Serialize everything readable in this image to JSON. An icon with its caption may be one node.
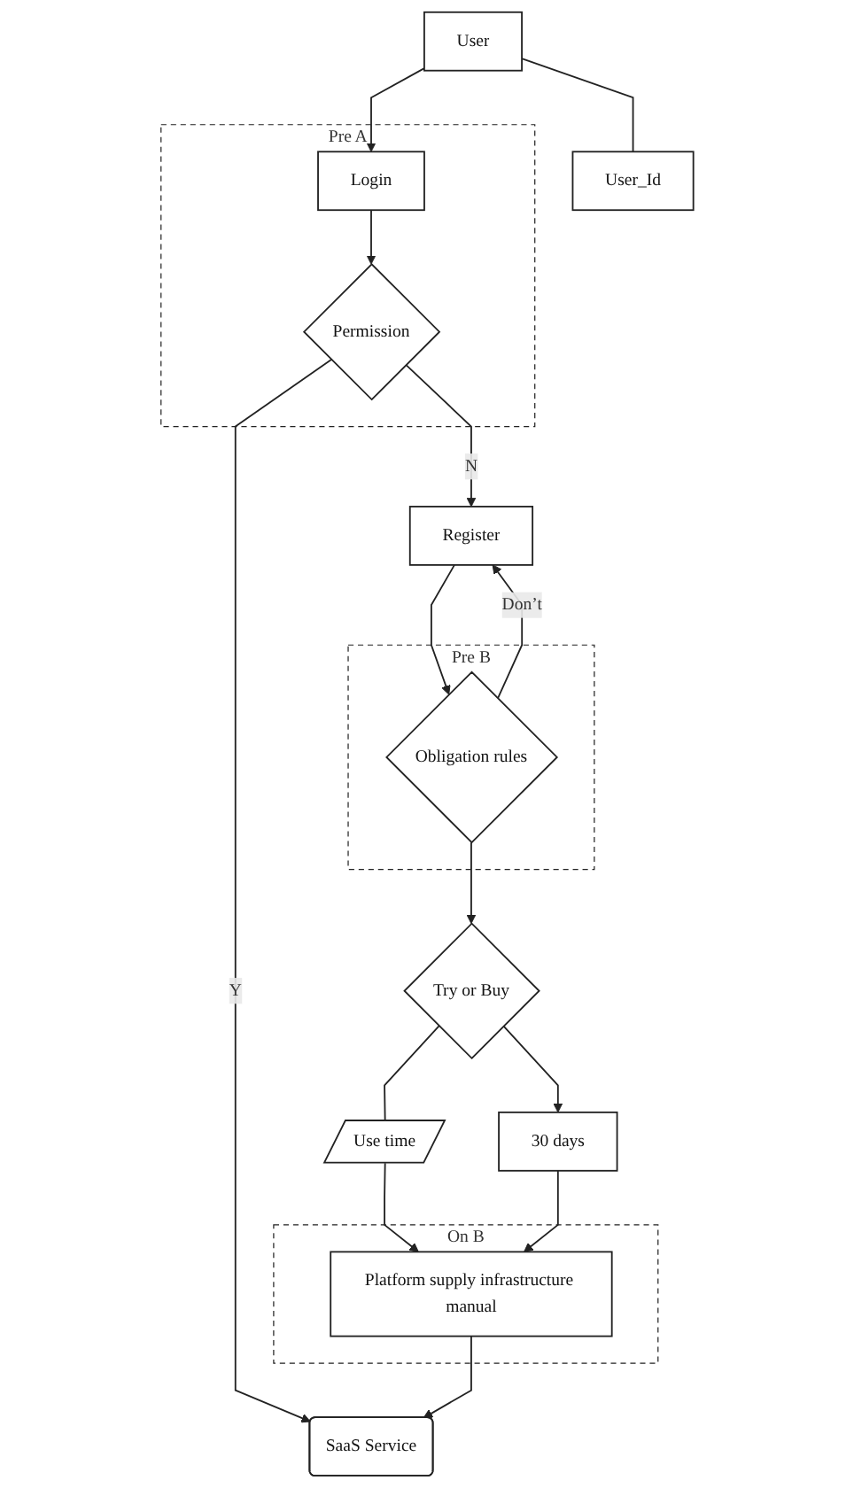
{
  "diagram": {
    "nodes": [
      {
        "text": [
          "User"
        ]
      },
      {
        "text": [
          "User_Id"
        ]
      },
      {
        "text": [
          "Pre A"
        ]
      },
      {
        "text": [
          "Login"
        ],
        "in": 2
      },
      {
        "text": [
          "Permission"
        ],
        "in": 2
      },
      {
        "text": [
          "Register"
        ]
      },
      {
        "text": [
          "Pre B"
        ]
      },
      {
        "text": [
          "Obligation rules"
        ],
        "in": 6
      },
      {
        "text": [
          "Try or Buy"
        ]
      },
      {
        "text": [
          "Use time"
        ]
      },
      {
        "text": [
          "30 days"
        ]
      },
      {
        "text": [
          "On B"
        ]
      },
      {
        "text": [
          "Platform supply infrastructure manual"
        ],
        "in": 11
      },
      {
        "text": [
          "SaaS Service"
        ]
      }
    ],
    "edges": [
      {
        "from": 0,
        "to": 1,
        "arrow": "none"
      },
      {
        "from": 0,
        "to": 3,
        "arrow": "to"
      },
      {
        "from": 3,
        "to": 4,
        "arrow": "to"
      },
      {
        "from": 4,
        "to": 5,
        "arrow": "to",
        "label": "N"
      },
      {
        "from": 4,
        "to": 13,
        "arrow": "to",
        "label": "Y"
      },
      {
        "from": 5,
        "to": 7,
        "arrow": "to"
      },
      {
        "from": 7,
        "to": 5,
        "arrow": "to",
        "label": "Don’t"
      },
      {
        "from": 7,
        "to": 8,
        "arrow": "to"
      },
      {
        "from": 8,
        "to": 9,
        "arrow": "none"
      },
      {
        "from": 8,
        "to": 10,
        "arrow": "to"
      },
      {
        "from": 9,
        "to": 12,
        "arrow": "to"
      },
      {
        "from": 10,
        "to": 12,
        "arrow": "to"
      },
      {
        "from": 12,
        "to": 13,
        "arrow": "to"
      }
    ]
  }
}
